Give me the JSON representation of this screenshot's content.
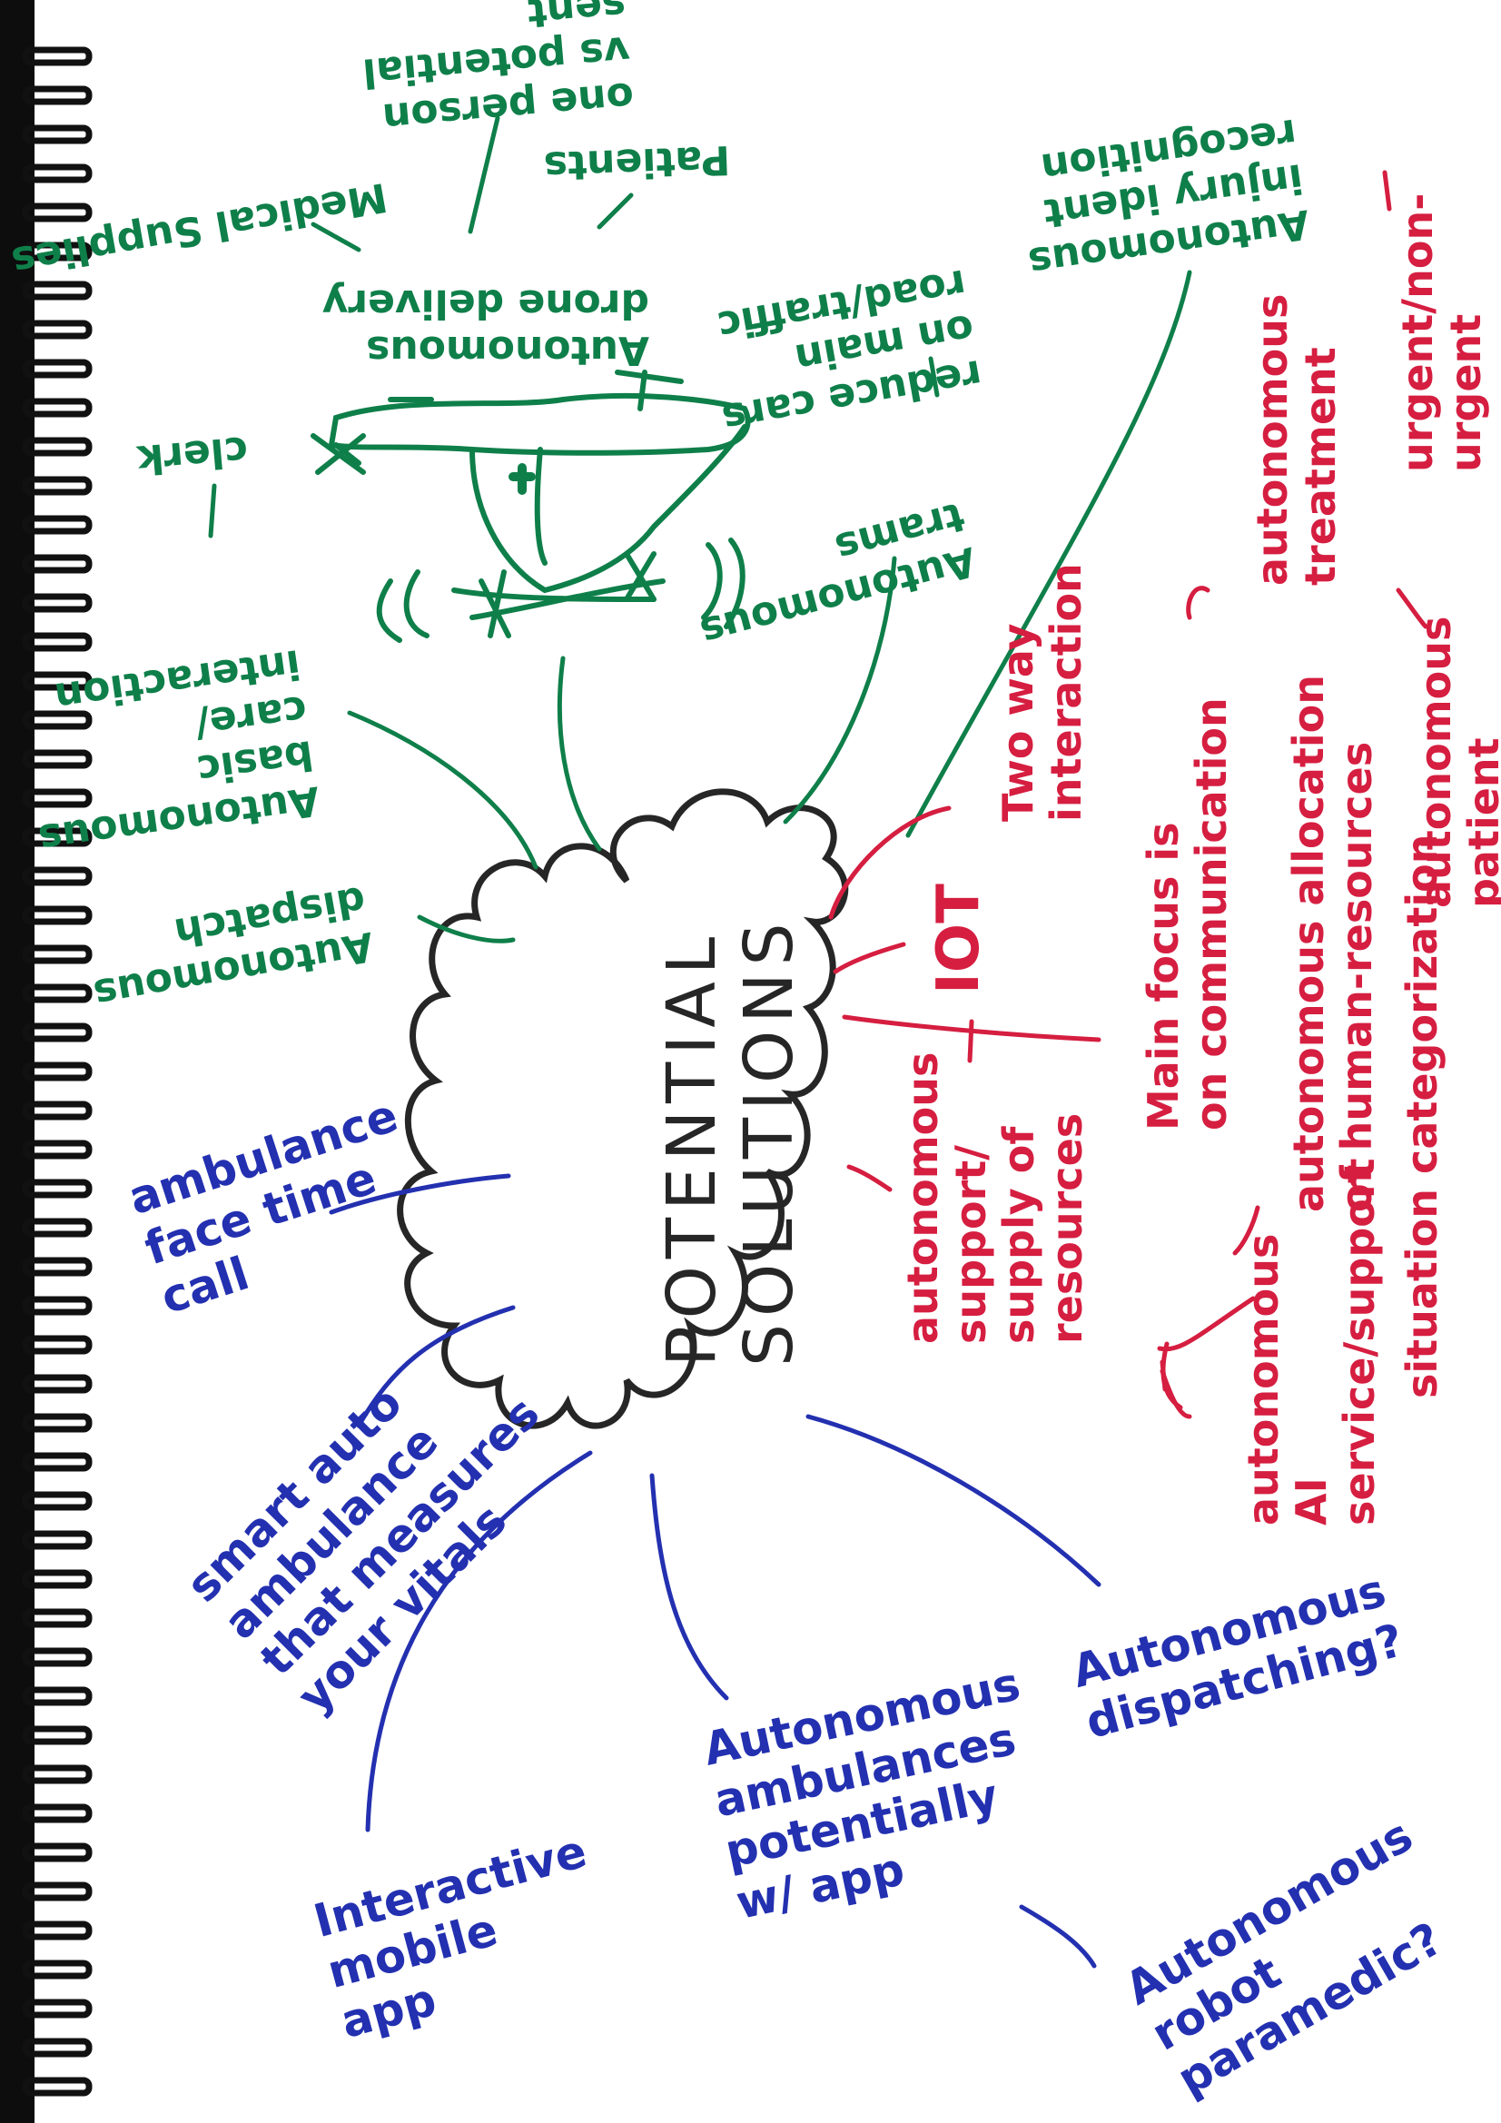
{
  "center": {
    "line1": "POTENTIAL",
    "line2": "SOLUTIONS"
  },
  "green_branches": {
    "medical_supplies": "Medical Supplies",
    "one_person": [
      "one person",
      "vs potential",
      "sent"
    ],
    "patients": "Patients",
    "drone": [
      "Autonomous",
      "drone delivery"
    ],
    "reduce_cars": [
      "reduce cars",
      "on main",
      "road/traffic"
    ],
    "trams": [
      "Autonomous",
      "trams"
    ],
    "injury": [
      "Autonomous",
      "injury ident",
      "recognition"
    ],
    "injury_struck": "ident",
    "clerk": "clerk",
    "basic_care": [
      "Autonomous",
      "basic",
      "care/",
      "interaction"
    ],
    "dispatch": [
      "Autonomous",
      "dispatch"
    ]
  },
  "blue_branches": {
    "face_time": [
      "ambulance",
      "face time",
      "call"
    ],
    "smart_ambulance": [
      "smart auto",
      "ambulance",
      "that measures",
      "your vitals"
    ],
    "mobile_app": [
      "Interactive",
      "mobile",
      "app"
    ],
    "autonomous_ambulances": [
      "Autonomous",
      "ambulances",
      "potentially",
      "w/ app"
    ],
    "robot_paramedic": [
      "Autonomous",
      "robot",
      "paramedic?"
    ],
    "dispatching": [
      "Autonomous",
      "dispatching?"
    ]
  },
  "red_branches": {
    "iot": "IOT",
    "two_way": [
      "Two way",
      "interaction"
    ],
    "supply": [
      "autonomous",
      "support/",
      "supply of",
      "resources"
    ],
    "main_focus": [
      "Main focus is",
      "on communication"
    ],
    "allocation": [
      "autonomous allocation",
      "of human-resources"
    ],
    "treatment": [
      "autonomous",
      "treatment"
    ],
    "ai_service": [
      "autonomous",
      "AI",
      "service/support"
    ],
    "patient": [
      "autonomous",
      "patient"
    ],
    "categorization": [
      "situation categorization"
    ],
    "urgent": [
      "urgent/non-",
      "urgent"
    ]
  },
  "colors": {
    "green": "#0f7f4a",
    "blue": "#2330b0",
    "red": "#d51e40",
    "ink": "#262626",
    "binding": "#111111"
  }
}
